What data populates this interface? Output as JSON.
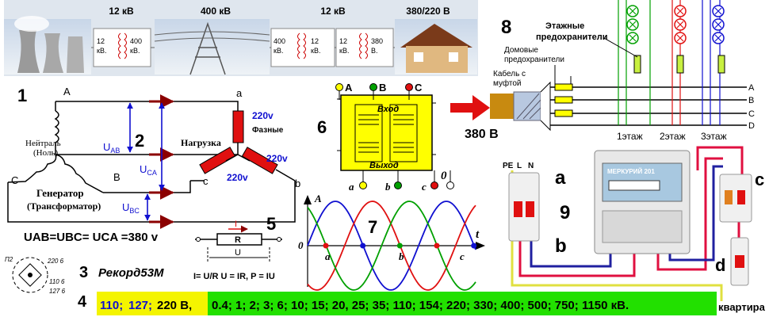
{
  "colors": {
    "red": "#e01010",
    "blue": "#1010d0",
    "green": "#00a000",
    "yellow": "#ffff00",
    "darkred": "#8b0000"
  },
  "top_strip": {
    "kv_labels": [
      "12 кВ",
      "400 кВ",
      "12 кВ",
      "380/220 В"
    ],
    "transformer_labels": [
      [
        "12",
        "кВ."
      ],
      [
        "400",
        "кВ."
      ],
      [
        "400",
        "кВ."
      ],
      [
        "12",
        "кВ."
      ],
      [
        "12",
        "кВ."
      ],
      [
        "380",
        "В."
      ]
    ]
  },
  "numbers": {
    "n1": "1",
    "n2": "2",
    "n3": "3",
    "n4": "4",
    "n5": "5",
    "n6": "6",
    "n7": "7",
    "n8": "8",
    "n9": "9"
  },
  "three_phase": {
    "node_a": "A",
    "node_b": "B",
    "node_c": "C",
    "load_a": "a",
    "load_b": "b",
    "load_c": "c",
    "neutral": "Нейтраль",
    "neutral2": "(Ноль)",
    "generator": "Генератор",
    "generator2": "(Трансформатор)",
    "load": "Нагрузка",
    "phase": "Фазные",
    "v1": "220v",
    "v2": "220v",
    "v3": "220v",
    "uab_main": "U",
    "uab_sub": "AB",
    "uca_main": "U",
    "uca_sub": "CA",
    "ubc_main": "U",
    "ubc_sub": "BC",
    "equation": "UAB=UBC= UCA =380 v"
  },
  "ohm": {
    "I": "I",
    "R": "R",
    "U": "U",
    "formula": "I= U/R   U = IR, P = IU"
  },
  "record": {
    "title": "Рекорд53М",
    "pins": [
      "П2",
      "220 6",
      "110 6",
      "127 6"
    ]
  },
  "transformer6": {
    "A": "A",
    "B": "B",
    "C": "C",
    "in": "Вход",
    "out": "Выход",
    "a": "a",
    "b": "b",
    "c": "c",
    "zero": "0"
  },
  "sine7": {
    "ylabel": "A",
    "xlabel": "t",
    "origin": "0",
    "marks": [
      "a",
      "b",
      "c"
    ]
  },
  "distribution8": {
    "floor_fuses": "Этажные",
    "floor_fuses2": "предохранители",
    "house_fuses": "Домовые",
    "house_fuses2": "предохранители",
    "cable": "Кабель с",
    "cable2": "муфтой",
    "voltage": "380 В",
    "buses": [
      "A",
      "B",
      "C",
      "D"
    ],
    "floors": [
      "1этаж",
      "2этаж",
      "3этаж"
    ]
  },
  "meter9": {
    "PE": "PE",
    "L": "L",
    "N": "N",
    "a": "a",
    "b": "b",
    "c": "c",
    "d": "d",
    "brand": "МЕРКУРИЙ 201",
    "apartment": "квартира"
  },
  "bottom": {
    "yellow_parts": [
      "110;",
      "127;",
      "220 В,"
    ],
    "green_text": "0.4; 1; 2; 3; 6; 10; 15; 20, 25; 35; 110; 154; 220; 330; 400; 500; 750; 1150 кВ."
  }
}
